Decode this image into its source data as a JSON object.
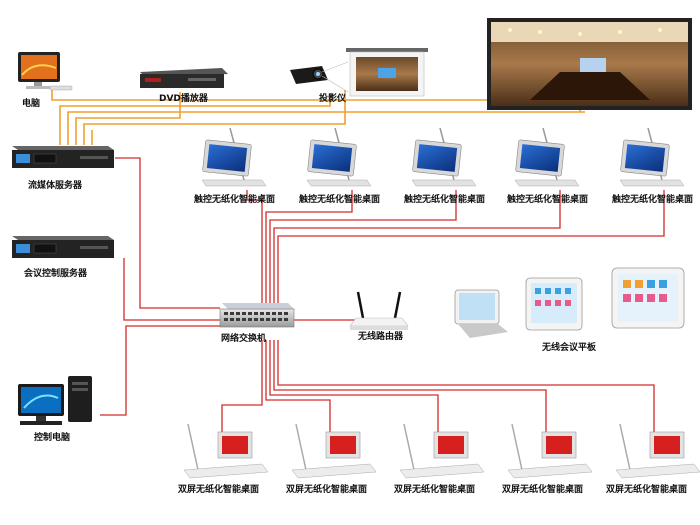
{
  "devices": {
    "computer": "电脑",
    "dvd_player": "DVD播放器",
    "projector": "投影仪",
    "streaming_server": "流媒体服务器",
    "conference_server": "会议控制服务器",
    "control_pc": "控制电脑",
    "switch": "网络交换机",
    "router": "无线路由器",
    "tablets": "无线会议平板",
    "touch_desk": "触控无纸化智能桌面",
    "dual_desk": "双屏无纸化智能桌面"
  },
  "colors": {
    "red_line": "#d42a2a",
    "orange_line": "#f0a030",
    "accent_blue": "#1f5fcf"
  }
}
